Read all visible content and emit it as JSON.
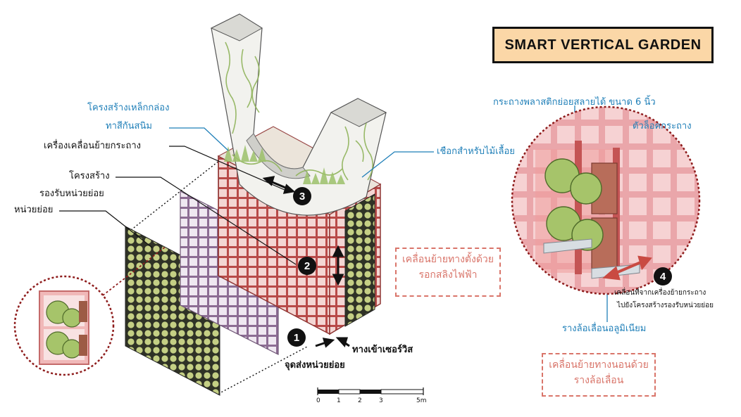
{
  "title": "SMART VERTICAL GARDEN",
  "labels": {
    "steel_box": "โครงสร้างเหล็กกล่อง",
    "rust_paint": "ทาสีกันสนิม",
    "pot_mover": "เครื่องเคลื่อนย้ายกระถาง",
    "support_structure": "โครงสร้าง",
    "support_structure_2": "รองรับหน่วยย่อย",
    "sub_unit": "หน่วยย่อย",
    "vine_rope": "เชือกสำหรับไม้เลื้อย",
    "service_entry": "ทางเข้าเซอร์วิส",
    "unit_drop_point": "จุดส่งหน่วยย่อย",
    "plastic_pot": "กระถางพลาสติกย่อยสลายได้ ขนาด 6 นิ้ว",
    "pot_lock": "ตัวล็อคกระถาง",
    "rail_label": "รางล้อเลื่อนอลูมิเนียม",
    "move_desc_1": "เคลื่อนที่จากเครื่องย้ายกระถาง",
    "move_desc_2": "ไปยังโครงสร้างรองรับหน่วยย่อย"
  },
  "notes": {
    "vertical_1": "เคลื่อนย้ายทางตั้งด้วย",
    "vertical_2": "รอกสลิงไฟฟ้า",
    "horizontal_1": "เคลื่อนย้ายทางนอนด้วย",
    "horizontal_2": "รางล้อเลื่อน"
  },
  "badges": [
    "1",
    "2",
    "3",
    "4"
  ],
  "scale": [
    "0",
    "1",
    "2",
    "3",
    "5m"
  ],
  "colors": {
    "steel_red": "#c85a5a",
    "purple_frame": "#9b7fa3",
    "green_panel": "#b9c77a",
    "accent_blue": "#1f7fb8",
    "note_red": "#d9756a",
    "title_bg": "#fbd7a7"
  }
}
